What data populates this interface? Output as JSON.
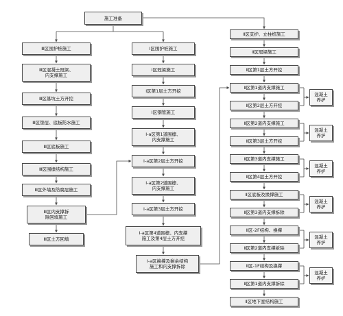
{
  "start": "施工准备",
  "col1": [
    "Ⅲ区围护桩施工",
    "Ⅲ区混凝土冠梁、\n内支撑施工",
    "Ⅲ区基坑土方开挖",
    "Ⅲ区垫层、底板防水施工",
    "Ⅲ区底板施工",
    "Ⅲ区围檩结构施工",
    "Ⅲ区外墙及防腐层施工",
    "Ⅲ区内支撑拆\n除回填施工",
    "Ⅲ区土方回填"
  ],
  "col2": [
    "Ⅰ区围护桩施工",
    "Ⅰ区冠梁施工",
    "Ⅰ区第1层土方开挖",
    "Ⅰ区钢管施工",
    "Ⅰ-a区第1道围檩、\n内支撑施工",
    "Ⅰ-a区第2层土方开挖",
    "Ⅰ-a区第2道围檩、\n内支撑施工",
    "Ⅰ-a区第3层土方开挖",
    "Ⅰ-a区第4道围檩、内支撑\n施工及第4层土方开挖",
    "Ⅰ-a区换撑及剩余结构\n施工和内支撑拆除"
  ],
  "col3": [
    "Ⅱ区支护、立柱桩施工",
    "Ⅱ区冠梁施工",
    "Ⅱ区第1层土方开挖",
    "Ⅱ区第1道内支撑施工",
    "Ⅱ区第2层土方开挖",
    "Ⅱ区第2道内支撑施工",
    "Ⅱ区第3层土方开挖",
    "Ⅱ区第3道内支撑施工",
    "Ⅱ区第4层土方开挖",
    "Ⅱ区底板及换撑施工",
    "Ⅱ区第3道内支撑拆除",
    "Ⅱ区-2F结构、换撑",
    "Ⅱ区第2道内支撑拆除",
    "Ⅱ区-1F结构及换撑",
    "Ⅱ区第1道内支撑拆除",
    "Ⅱ区地下室结构施工"
  ],
  "side": [
    "混凝土\n养护",
    "混凝土\n养护",
    "混凝土\n养护",
    "混凝土\n养护",
    "混凝土\n养护",
    "混凝土\n养护"
  ]
}
